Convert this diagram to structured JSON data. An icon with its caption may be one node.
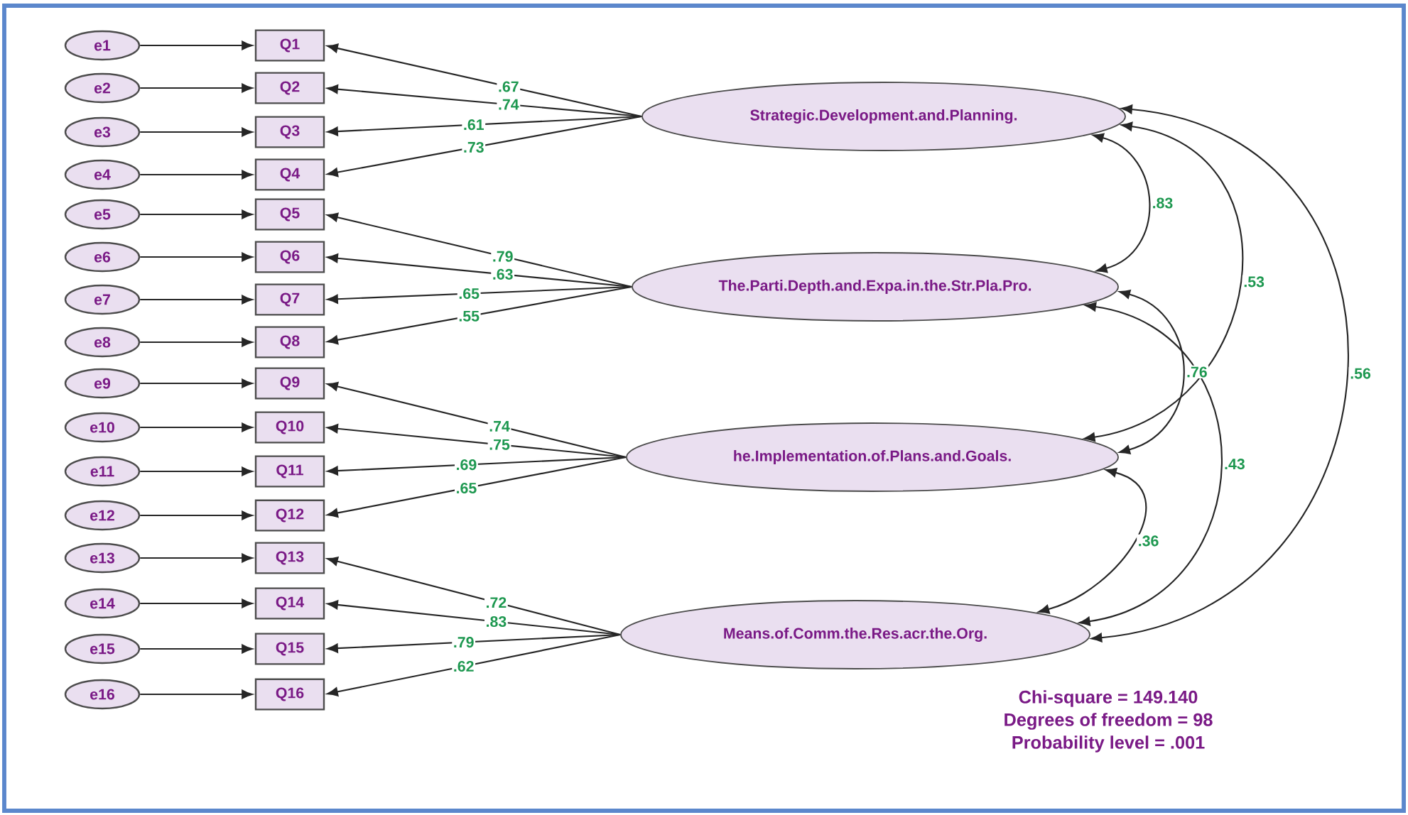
{
  "diagram": {
    "nodes": [
      {
        "text": [
          "e1"
        ]
      },
      {
        "text": [
          "e2"
        ]
      },
      {
        "text": [
          "e3"
        ]
      },
      {
        "text": [
          "e4"
        ]
      },
      {
        "text": [
          "e5"
        ]
      },
      {
        "text": [
          "e6"
        ]
      },
      {
        "text": [
          "e7"
        ]
      },
      {
        "text": [
          "e8"
        ]
      },
      {
        "text": [
          "e9"
        ]
      },
      {
        "text": [
          "e10"
        ]
      },
      {
        "text": [
          "e11"
        ]
      },
      {
        "text": [
          "e12"
        ]
      },
      {
        "text": [
          "e13"
        ]
      },
      {
        "text": [
          "e14"
        ]
      },
      {
        "text": [
          "e15"
        ]
      },
      {
        "text": [
          "e16"
        ]
      },
      {
        "text": [
          "Q1"
        ]
      },
      {
        "text": [
          "Q2"
        ]
      },
      {
        "text": [
          "Q3"
        ]
      },
      {
        "text": [
          "Q4"
        ]
      },
      {
        "text": [
          "Q5"
        ]
      },
      {
        "text": [
          "Q6"
        ]
      },
      {
        "text": [
          "Q7"
        ]
      },
      {
        "text": [
          "Q8"
        ]
      },
      {
        "text": [
          "Q9"
        ]
      },
      {
        "text": [
          "Q10"
        ]
      },
      {
        "text": [
          "Q11"
        ]
      },
      {
        "text": [
          "Q12"
        ]
      },
      {
        "text": [
          "Q13"
        ]
      },
      {
        "text": [
          "Q14"
        ]
      },
      {
        "text": [
          "Q15"
        ]
      },
      {
        "text": [
          "Q16"
        ]
      },
      {
        "text": [
          "Strategic.Development.and.Planning."
        ]
      },
      {
        "text": [
          "The.Parti.Depth.and.Expa.in.the.Str.Pla.Pro."
        ]
      },
      {
        "text": [
          "he.Implementation.of.Plans.and.Goals."
        ]
      },
      {
        "text": [
          "Means.of.Comm.the.Res.acr.the.Org."
        ]
      }
    ],
    "edges": [
      {
        "from": 0,
        "to": 16,
        "arrow": "to"
      },
      {
        "from": 1,
        "to": 17,
        "arrow": "to"
      },
      {
        "from": 2,
        "to": 18,
        "arrow": "to"
      },
      {
        "from": 3,
        "to": 19,
        "arrow": "to"
      },
      {
        "from": 4,
        "to": 20,
        "arrow": "to"
      },
      {
        "from": 5,
        "to": 21,
        "arrow": "to"
      },
      {
        "from": 6,
        "to": 22,
        "arrow": "to"
      },
      {
        "from": 7,
        "to": 23,
        "arrow": "to"
      },
      {
        "from": 8,
        "to": 24,
        "arrow": "to"
      },
      {
        "from": 9,
        "to": 25,
        "arrow": "to"
      },
      {
        "from": 10,
        "to": 26,
        "arrow": "to"
      },
      {
        "from": 11,
        "to": 27,
        "arrow": "to"
      },
      {
        "from": 12,
        "to": 28,
        "arrow": "to"
      },
      {
        "from": 13,
        "to": 29,
        "arrow": "to"
      },
      {
        "from": 14,
        "to": 30,
        "arrow": "to"
      },
      {
        "from": 15,
        "to": 31,
        "arrow": "to"
      },
      {
        "from": 32,
        "to": 16,
        "arrow": "to",
        "label": ".67"
      },
      {
        "from": 32,
        "to": 17,
        "arrow": "to",
        "label": ".74"
      },
      {
        "from": 32,
        "to": 18,
        "arrow": "to",
        "label": ".61"
      },
      {
        "from": 32,
        "to": 19,
        "arrow": "to",
        "label": ".73"
      },
      {
        "from": 33,
        "to": 20,
        "arrow": "to",
        "label": ".79"
      },
      {
        "from": 33,
        "to": 21,
        "arrow": "to",
        "label": ".63"
      },
      {
        "from": 33,
        "to": 22,
        "arrow": "to",
        "label": ".65"
      },
      {
        "from": 33,
        "to": 23,
        "arrow": "to",
        "label": ".55"
      },
      {
        "from": 34,
        "to": 24,
        "arrow": "to",
        "label": ".74"
      },
      {
        "from": 34,
        "to": 25,
        "arrow": "to",
        "label": ".75"
      },
      {
        "from": 34,
        "to": 26,
        "arrow": "to",
        "label": ".69"
      },
      {
        "from": 34,
        "to": 27,
        "arrow": "to",
        "label": ".65"
      },
      {
        "from": 35,
        "to": 28,
        "arrow": "to",
        "label": ".72"
      },
      {
        "from": 35,
        "to": 29,
        "arrow": "to",
        "label": ".83"
      },
      {
        "from": 35,
        "to": 30,
        "arrow": "to",
        "label": ".79"
      },
      {
        "from": 35,
        "to": 31,
        "arrow": "to",
        "label": ".62"
      },
      {
        "from": 32,
        "to": 33,
        "arrow": "both",
        "label": ".83"
      },
      {
        "from": 32,
        "to": 34,
        "arrow": "both",
        "label": ".53"
      },
      {
        "from": 32,
        "to": 35,
        "arrow": "both",
        "label": ".56"
      },
      {
        "from": 33,
        "to": 34,
        "arrow": "both",
        "label": ".76"
      },
      {
        "from": 33,
        "to": 35,
        "arrow": "both",
        "label": ".43"
      },
      {
        "from": 34,
        "to": 35,
        "arrow": "both",
        "label": ".36"
      }
    ],
    "labels": [
      "Chi-square = 149.140",
      "Degrees of freedom = 98",
      "Probability level = .001"
    ]
  }
}
